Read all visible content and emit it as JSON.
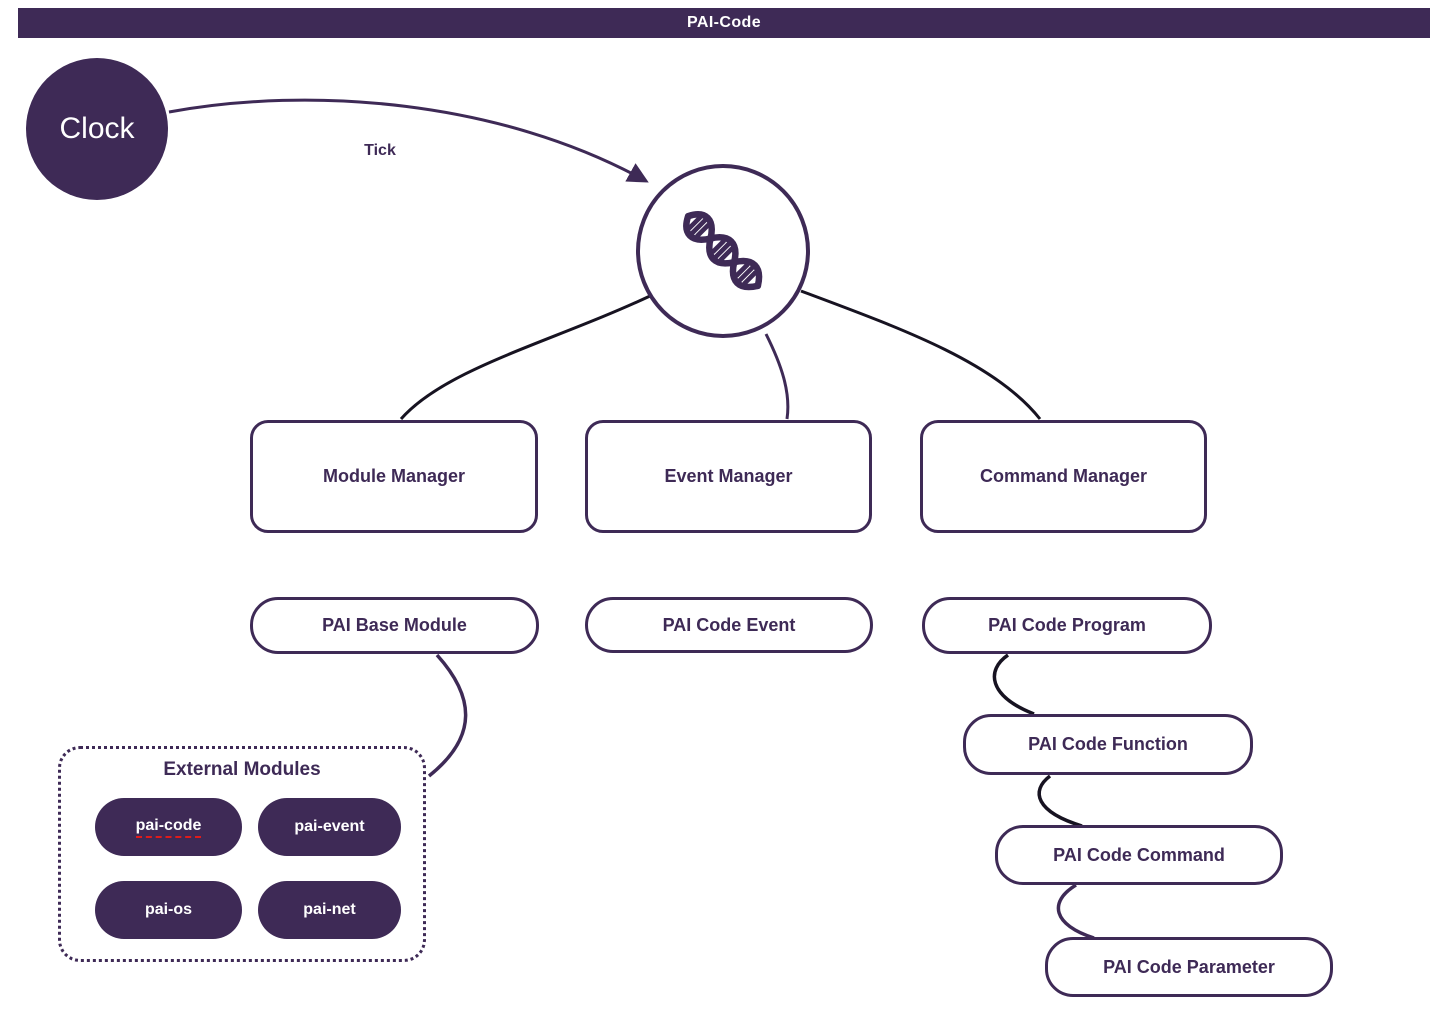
{
  "header": {
    "title": "PAI-Code"
  },
  "colors": {
    "purple": "#3e2a56",
    "black_line": "#171321",
    "white": "#ffffff",
    "spellcheck_red": "#e01b1b"
  },
  "nodes": {
    "clock": {
      "label": "Clock"
    },
    "core": {
      "icon": "dna-helix-icon"
    },
    "module_manager": {
      "label": "Module Manager"
    },
    "event_manager": {
      "label": "Event Manager"
    },
    "command_manager": {
      "label": "Command Manager"
    },
    "pai_base_module": {
      "label": "PAI Base Module"
    },
    "pai_code_event": {
      "label": "PAI Code Event"
    },
    "pai_code_program": {
      "label": "PAI Code Program"
    },
    "pai_code_function": {
      "label": "PAI Code Function"
    },
    "pai_code_command": {
      "label": "PAI Code Command"
    },
    "pai_code_parameter": {
      "label": "PAI Code Parameter"
    }
  },
  "external_modules": {
    "title": "External Modules",
    "items": [
      {
        "label": "pai-code",
        "spellcheck_underline": true
      },
      {
        "label": "pai-event",
        "spellcheck_underline": false
      },
      {
        "label": "pai-os",
        "spellcheck_underline": false
      },
      {
        "label": "pai-net",
        "spellcheck_underline": false
      }
    ]
  },
  "edges": {
    "tick": {
      "label": "Tick",
      "from": "clock",
      "to": "core"
    },
    "core_to_module_manager": {
      "from": "core",
      "to": "module_manager"
    },
    "core_to_event_manager": {
      "from": "core",
      "to": "event_manager"
    },
    "core_to_command_manager": {
      "from": "core",
      "to": "command_manager"
    },
    "base_module_to_external": {
      "from": "pai_base_module",
      "to": "external_modules"
    },
    "program_to_function": {
      "from": "pai_code_program",
      "to": "pai_code_function"
    },
    "function_to_command": {
      "from": "pai_code_function",
      "to": "pai_code_command"
    },
    "command_to_parameter": {
      "from": "pai_code_command",
      "to": "pai_code_parameter"
    }
  }
}
